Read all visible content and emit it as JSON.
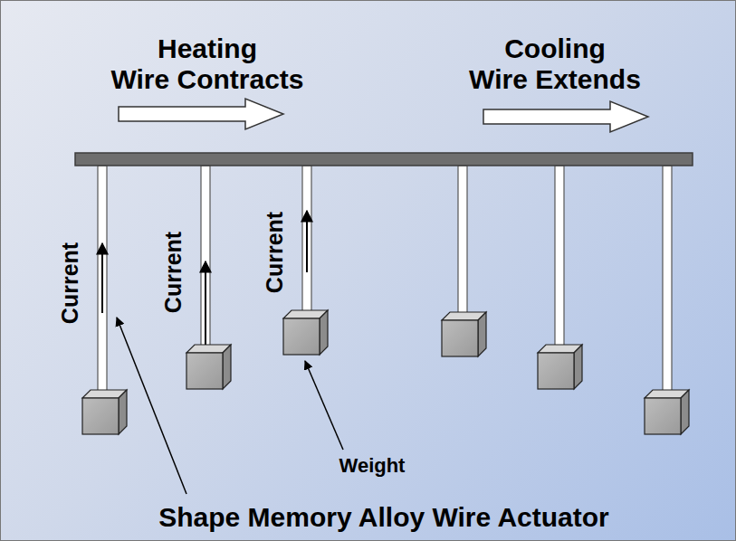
{
  "diagram": {
    "labels": [
      "Heating Wire Contracts",
      "Cooling Wire Extends",
      "Current",
      "Current",
      "Current",
      "Weight",
      "Shape Memory Alloy Wire Actuator"
    ]
  }
}
